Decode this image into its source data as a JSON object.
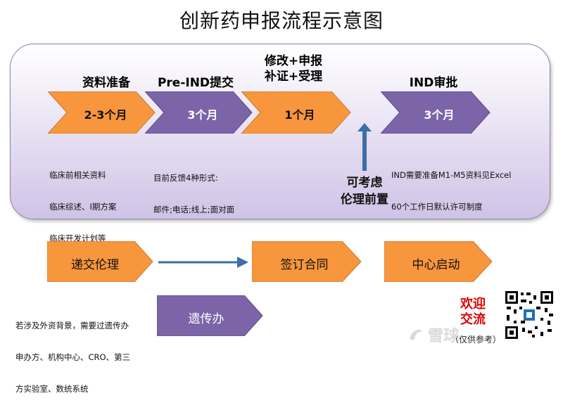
{
  "title": "创新药申报流程示意图",
  "stages": [
    {
      "label": "资料准备",
      "duration": "2-3个月"
    },
    {
      "label": "Pre-IND提交",
      "duration": "3个月"
    },
    {
      "label_line1": "修改+申报",
      "label_line2": "补证+受理",
      "duration": "1个月"
    },
    {
      "label": "IND审批",
      "duration": "3个月"
    }
  ],
  "notes": {
    "prep": [
      "临床前相关资料",
      "临床综述、I期方案",
      "临床开发计划等"
    ],
    "pre_ind": [
      "目前反馈4种形式:",
      "邮件;电话;线上;面对面"
    ],
    "ind": [
      "IND需要准备M1-M5资料见Excel",
      "60个工作日默认许可制度"
    ],
    "ethics_consider_line1": "可考虑",
    "ethics_consider_line2": "伦理前置",
    "hgr": [
      "若涉及外资背景，需要过遗传办",
      "申办方、机构中心、CRO、第三",
      "方实验室、数统系统"
    ]
  },
  "steps": {
    "ethics": "递交伦理",
    "contract": "签订合同",
    "kickoff": "中心启动",
    "hgr": "遗传办"
  },
  "welcome": {
    "line1": "欢迎",
    "line2": "交流"
  },
  "watermark": "雪球",
  "ref": "（仅供参考）",
  "colors": {
    "orange": "#f7963c",
    "purple": "#7b65a8",
    "arrow_blue": "#3d6ea8"
  }
}
